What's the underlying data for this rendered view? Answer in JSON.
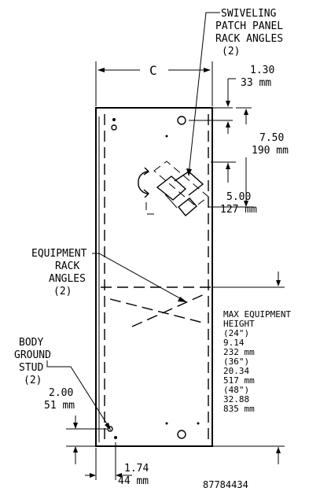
{
  "callouts": {
    "swiveling": [
      "SWIVELING",
      "PATCH PANEL",
      "RACK ANGLES",
      "(2)"
    ],
    "equipment_rack": [
      "EQUIPMENT",
      "RACK",
      "ANGLES",
      "(2)"
    ],
    "body_ground": [
      "BODY",
      "GROUND",
      "STUD",
      "(2)"
    ]
  },
  "dimensions": {
    "width_label": "C",
    "top_offset": [
      "1.30",
      "33 mm"
    ],
    "panel_depth": [
      "7.50",
      "190 mm"
    ],
    "panel_span": [
      "5.00",
      "127 mm"
    ],
    "stud_height": [
      "2.00",
      "51 mm"
    ],
    "stud_offset": [
      "1.74",
      "44 mm"
    ]
  },
  "max_equipment": [
    "MAX EQUIPMENT",
    "HEIGHT",
    "(24\")",
    "9.14",
    "232 mm",
    "(36\")",
    "20.34",
    "517 mm",
    "(48\")",
    "32.88",
    "835 mm"
  ],
  "drawing_number": "87784434"
}
